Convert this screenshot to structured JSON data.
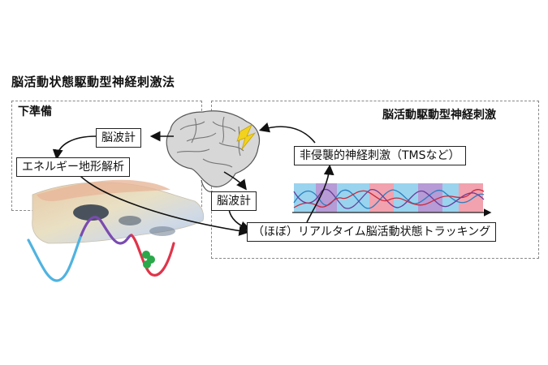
{
  "title": "脳活動状態駆動型神経刺激法",
  "left_panel": {
    "label": "下準備",
    "eeg_box": "脳波計",
    "landscape_box": "エネルギー地形解析"
  },
  "right_panel": {
    "label": "脳活動駆動型神経刺激",
    "stim_box": "非侵襲的神経刺激（TMSなど）",
    "eeg_box": "脳波計",
    "tracking_box": "（ほぼ）リアルタイム脳活動状態トラッキング"
  },
  "colors": {
    "blue_state": "#4fb3e0",
    "purple_state": "#7a4bb0",
    "red_state": "#e0344a",
    "green_ball": "#2aa84a"
  }
}
